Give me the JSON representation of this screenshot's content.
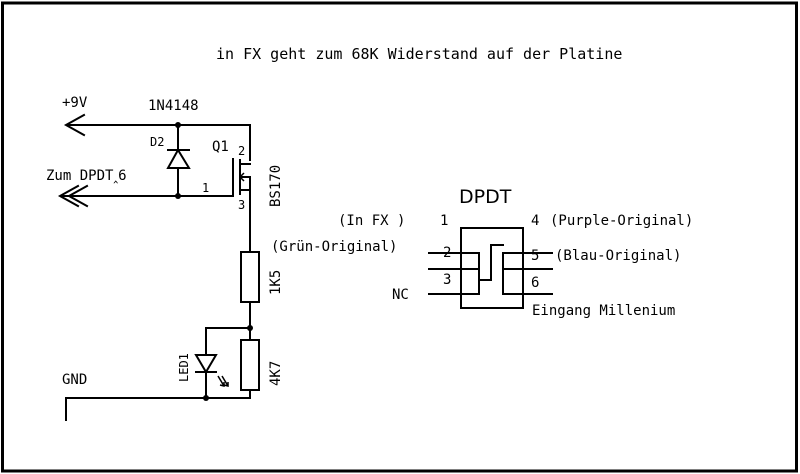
{
  "note": "in FX geht zum 68K Widerstand auf der Platine",
  "supply": {
    "label": "+9V"
  },
  "dpdt_out": {
    "label": "Zum DPDT‸6"
  },
  "diode": {
    "ref": "D2",
    "part": "1N4148"
  },
  "mosfet": {
    "ref": "Q1",
    "part": "BS170",
    "pin1": "1",
    "pin2": "2",
    "pin3": "3"
  },
  "r1": {
    "value": "1K5"
  },
  "r2": {
    "value": "4K7"
  },
  "led": {
    "ref": "LED1"
  },
  "ground": {
    "label": "GND"
  },
  "switch": {
    "title": "DPDT",
    "pins": [
      "1",
      "2",
      "3",
      "4",
      "5",
      "6"
    ],
    "nc": "NC",
    "labels": {
      "pin1": "(In FX )",
      "pin2": "(Grün-Original)",
      "pin4": "(Purple-Original)",
      "pin5": "(Blau-Original)",
      "pin6": "Eingang Millenium"
    }
  }
}
